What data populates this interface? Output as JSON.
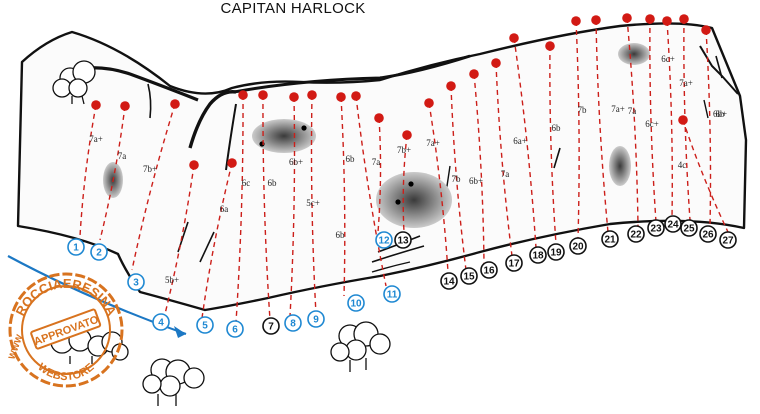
{
  "title": "CAPITAN HARLOCK",
  "routes": [
    {
      "n": "1",
      "grade": "7a+",
      "variant": "blue"
    },
    {
      "n": "2",
      "grade": "7a",
      "variant": "blue"
    },
    {
      "n": "3",
      "grade": "7b+",
      "variant": "blue"
    },
    {
      "n": "4",
      "grade": "5b+",
      "variant": "blue"
    },
    {
      "n": "5",
      "grade": "6a",
      "variant": "blue"
    },
    {
      "n": "6",
      "grade": "6c",
      "variant": "blue"
    },
    {
      "n": "7",
      "grade": "6b",
      "variant": "black"
    },
    {
      "n": "8",
      "grade": "6b+",
      "variant": "blue"
    },
    {
      "n": "9",
      "grade": "5c+",
      "variant": "blue"
    },
    {
      "n": "10",
      "grade": "6b",
      "variant": "blue"
    },
    {
      "n": "11",
      "grade": "6b",
      "variant": "blue"
    },
    {
      "n": "12",
      "grade": "7a",
      "variant": "blue"
    },
    {
      "n": "13",
      "grade": "7b+",
      "variant": "black"
    },
    {
      "n": "14",
      "grade": "7a+",
      "variant": "black"
    },
    {
      "n": "15",
      "grade": "7b",
      "variant": "black"
    },
    {
      "n": "16",
      "grade": "6b+",
      "variant": "black"
    },
    {
      "n": "17",
      "grade": "7a",
      "variant": "black"
    },
    {
      "n": "18",
      "grade": "6a+",
      "variant": "black"
    },
    {
      "n": "19",
      "grade": "6b",
      "variant": "black"
    },
    {
      "n": "20",
      "grade": "7b",
      "variant": "black"
    },
    {
      "n": "21",
      "grade": "7a+",
      "variant": "black"
    },
    {
      "n": "22",
      "grade": "7a",
      "variant": "black"
    },
    {
      "n": "23",
      "grade": "6c+",
      "variant": "black"
    },
    {
      "n": "24",
      "grade": "6c+",
      "variant": "black"
    },
    {
      "n": "25",
      "grade": "7a+",
      "variant": "black"
    },
    {
      "n": "26",
      "grade": "6b+",
      "variant": "black"
    },
    {
      "n": "27",
      "grade": "6b",
      "variant": "black"
    }
  ],
  "extra_grades": [
    "4c"
  ],
  "stamp": {
    "ring_text": "ROCCIAERESINA",
    "center_text": "APPROVATO",
    "bottom_text": "WEBSTORE",
    "side_text": "WWW.",
    "color": "#d8731f"
  },
  "colors": {
    "route": "#cc1f1a",
    "anchor": "#d21a14",
    "label_blue": "#1e88d2",
    "label_black": "#111111",
    "arrow": "#1c78c4"
  }
}
